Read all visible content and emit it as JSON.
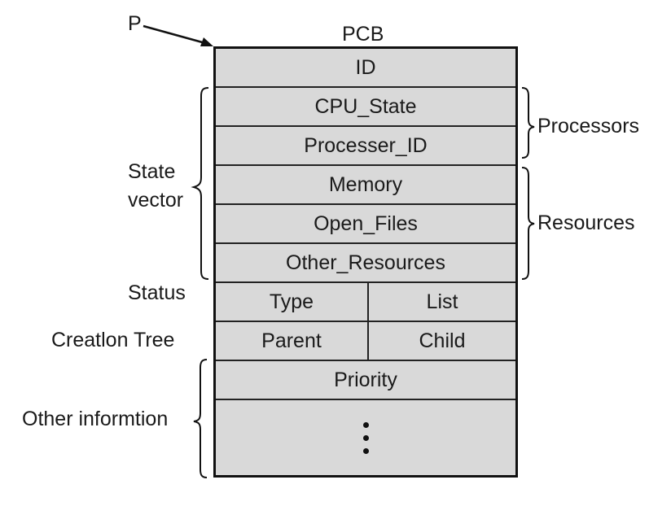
{
  "pointer_label": "P",
  "pcb_title": "PCB",
  "rows": {
    "id": "ID",
    "cpu_state": "CPU_State",
    "processer_id": "Processer_ID",
    "memory": "Memory",
    "open_files": "Open_Files",
    "other_resources": "Other_Resources",
    "type": "Type",
    "list": "List",
    "parent": "Parent",
    "child": "Child",
    "priority": "Priority"
  },
  "left_labels": {
    "state_line1": "State",
    "state_line2": "vector",
    "status": "Status",
    "creation_tree": "Creatlon Tree",
    "other_information": "Other informtion"
  },
  "right_labels": {
    "processors": "Processors",
    "resources": "Resources"
  },
  "colors": {
    "cell_fill": "#d9d9d9",
    "line": "#111111"
  }
}
